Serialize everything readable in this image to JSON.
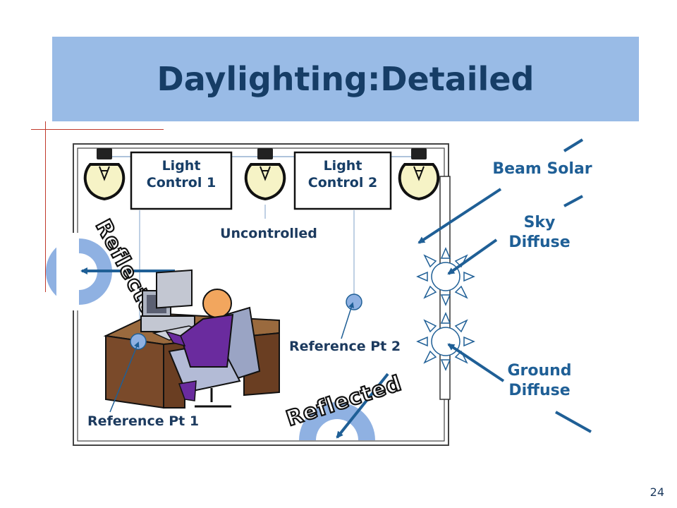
{
  "title": "Daylighting:Detailed",
  "controls": [
    {
      "label_line1": "Light",
      "label_line2": "Control 1"
    },
    {
      "label_line1": "Light",
      "label_line2": "Control 2"
    }
  ],
  "labels": {
    "uncontrolled": "Uncontrolled",
    "ref_pt_1": "Reference Pt 1",
    "ref_pt_2": "Reference Pt 2",
    "beam_solar": "Beam Solar",
    "sky_diffuse_line1": "Sky",
    "sky_diffuse_line2": "Diffuse",
    "ground_diffuse_line1": "Ground",
    "ground_diffuse_line2": "Diffuse",
    "reflected_left": "Reflected",
    "reflected_bottom": "Reflected"
  },
  "page_number": "24",
  "colors": {
    "title_bar": "#99bbe6",
    "title_text": "#163d66",
    "arrow_blue": "#1f5f96",
    "bulb_yellow": "#f6f3c6",
    "reflector_blue": "#8fb1e2",
    "desk_brown": "#7a4a2a",
    "person_purple": "#6a2b9e",
    "chair_gray": "#9aa4c4"
  },
  "icons": [
    "light-bulb-icon",
    "sun-icon",
    "person-at-desk-illustration"
  ]
}
